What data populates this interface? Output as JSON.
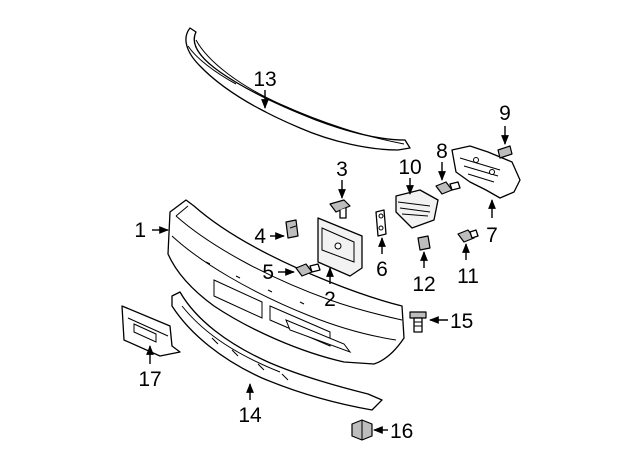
{
  "diagram": {
    "title": "Front bumper assembly exploded view",
    "callouts": {
      "c1": "1",
      "c2": "2",
      "c3": "3",
      "c4": "4",
      "c5": "5",
      "c6": "6",
      "c7": "7",
      "c8": "8",
      "c9": "9",
      "c10": "10",
      "c11": "11",
      "c12": "12",
      "c13": "13",
      "c14": "14",
      "c15": "15",
      "c16": "16",
      "c17": "17"
    },
    "colors": {
      "line": "#000000",
      "fill": "#ffffff",
      "shade": "#bdbdbd"
    }
  }
}
